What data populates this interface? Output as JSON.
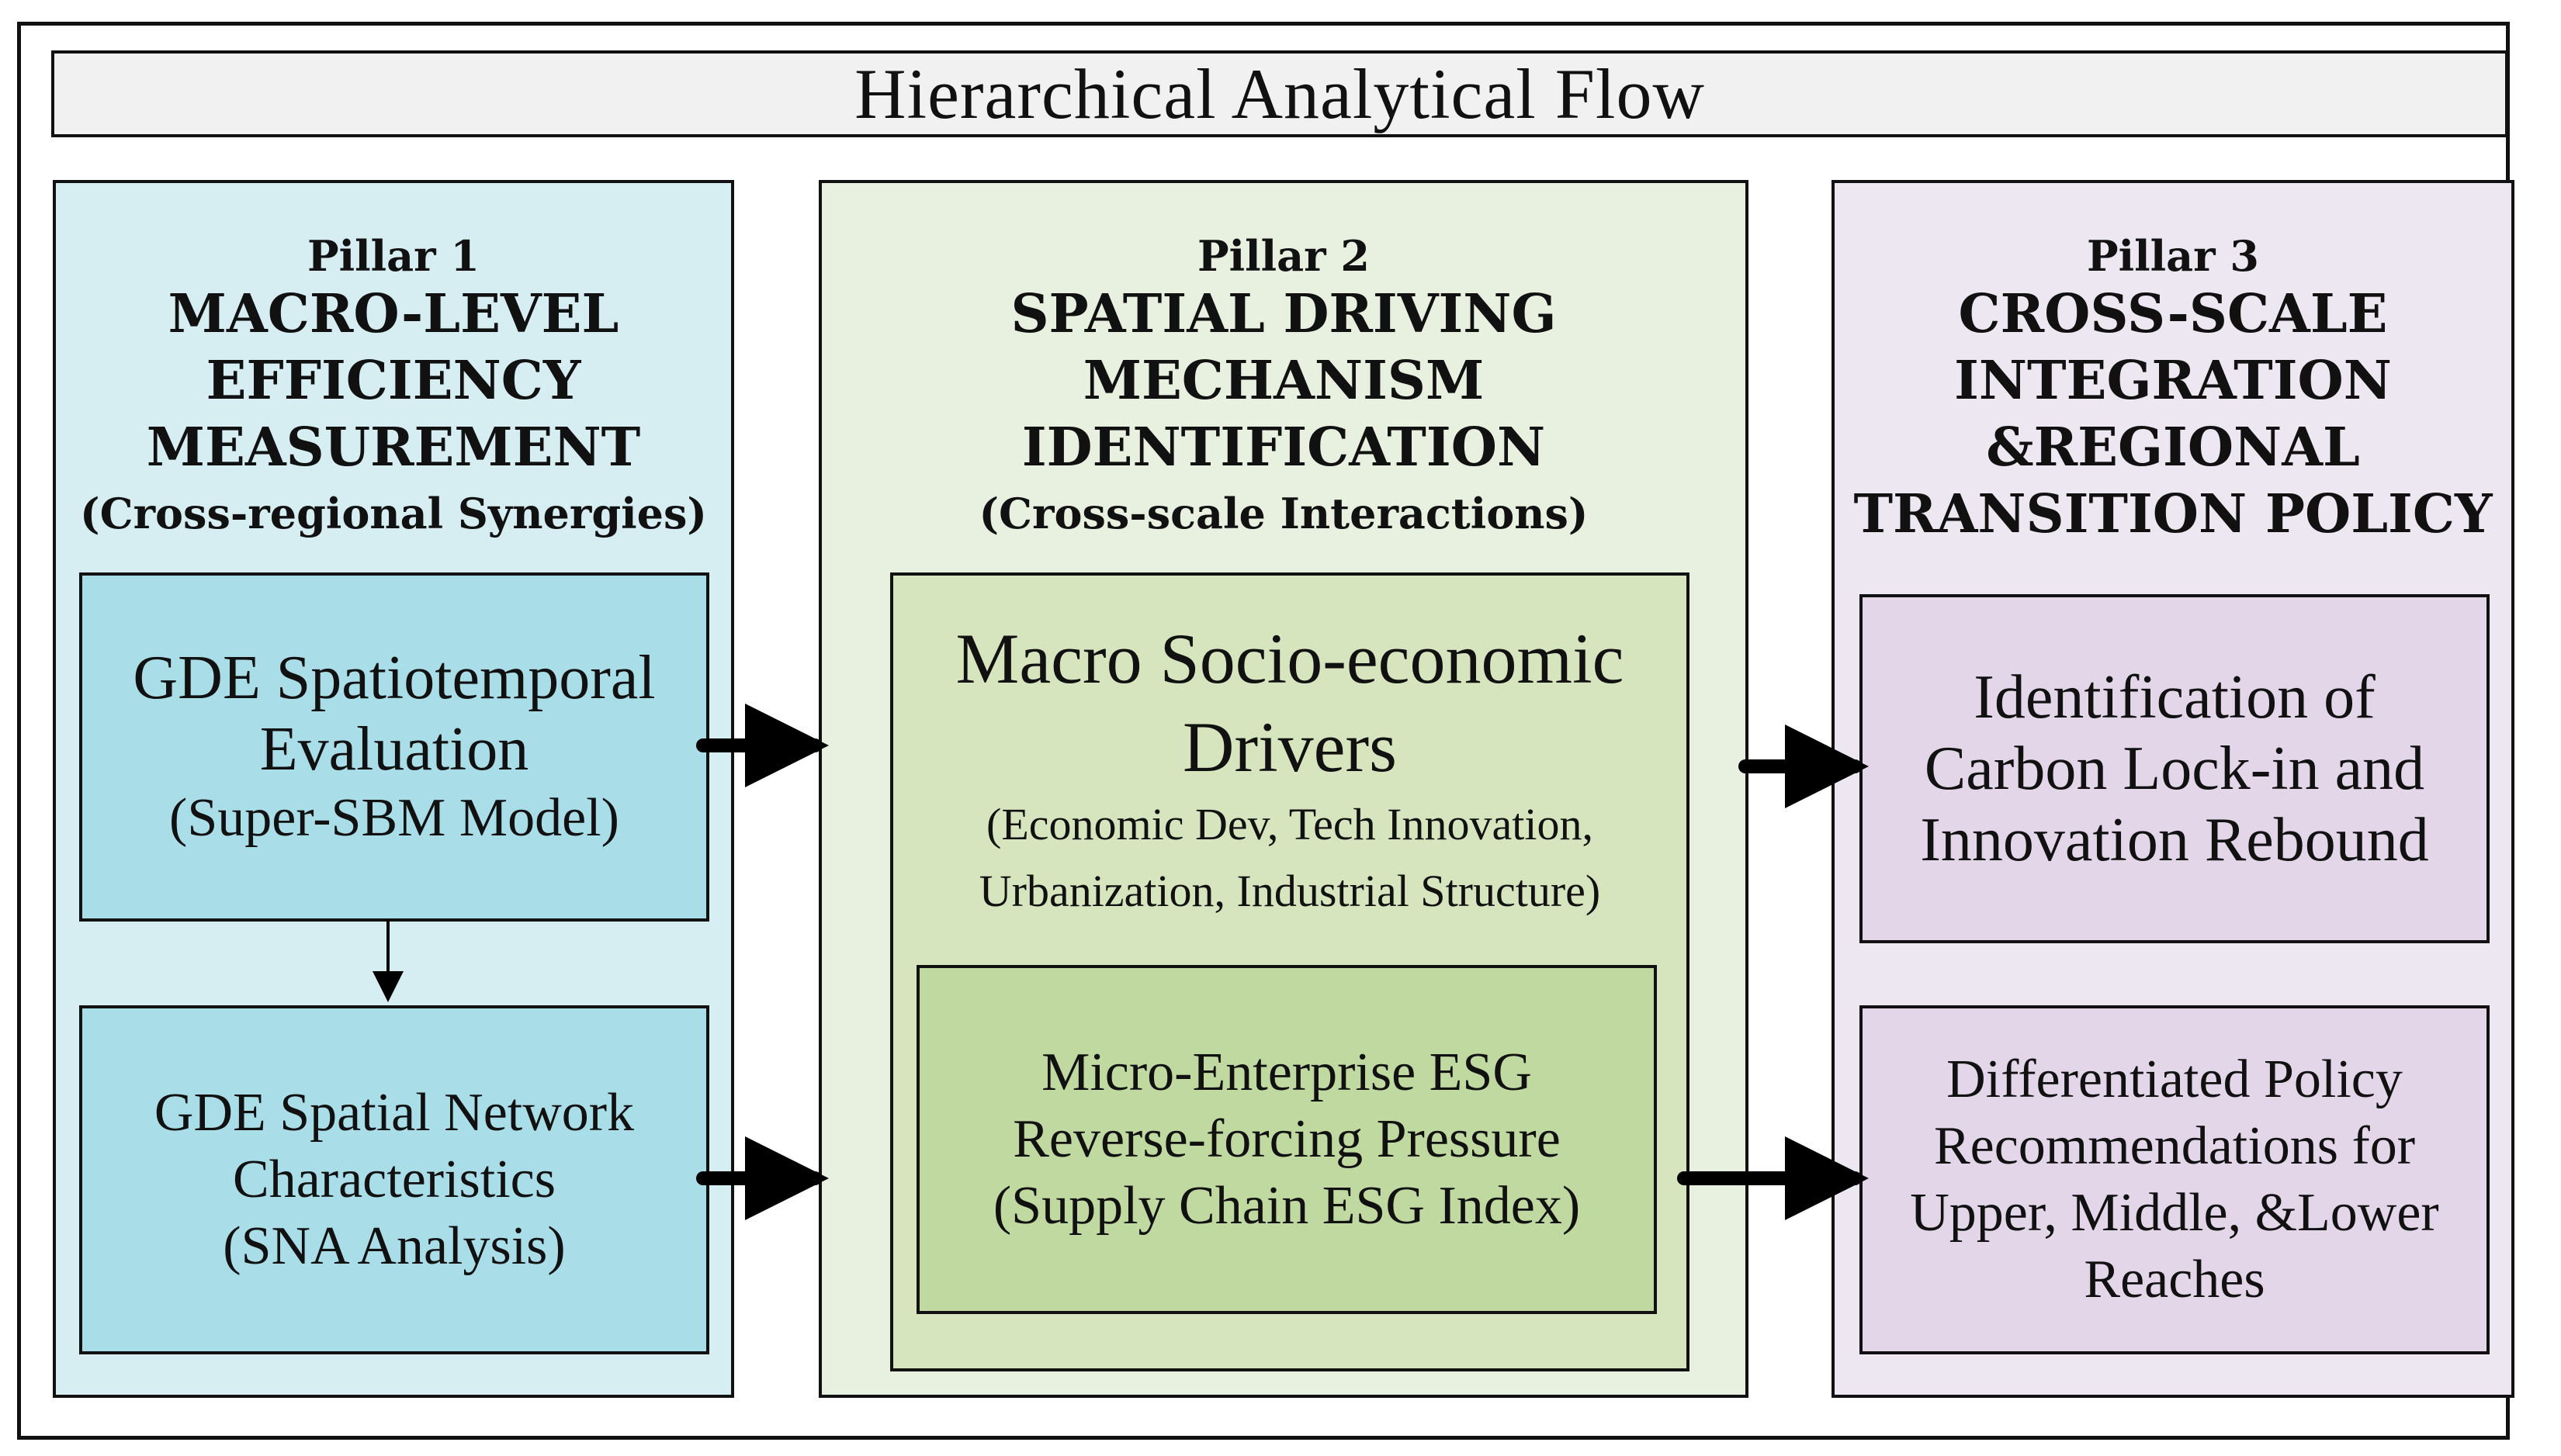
{
  "title": "Hierarchical Analytical Flow",
  "pillars": [
    {
      "number": "Pillar 1",
      "title_lines": [
        "MACRO-LEVEL",
        "EFFICIENCY",
        "MEASUREMENT"
      ],
      "subtitle": "(Cross-regional Synergies)",
      "boxes": [
        {
          "lines": [
            "GDE Spatiotemporal",
            "Evaluation"
          ],
          "note": "(Super-SBM Model)"
        },
        {
          "lines": [
            "GDE Spatial Network",
            "Characteristics"
          ],
          "note": "(SNA Analysis)"
        }
      ]
    },
    {
      "number": "Pillar 2",
      "title_lines": [
        "SPATIAL DRIVING",
        "MECHANISM",
        "IDENTIFICATION"
      ],
      "subtitle": "(Cross-scale Interactions)",
      "outer_box": {
        "lines": [
          "Macro Socio-economic",
          "Drivers"
        ],
        "note_lines": [
          "(Economic Dev, Tech Innovation,",
          "Urbanization, Industrial Structure)"
        ]
      },
      "inner_box": {
        "lines": [
          "Micro-Enterprise ESG",
          "Reverse-forcing Pressure",
          "(Supply Chain ESG Index)"
        ]
      }
    },
    {
      "number": "Pillar 3",
      "title_lines": [
        "CROSS-SCALE",
        "INTEGRATION",
        "&REGIONAL",
        "TRANSITION POLICY"
      ],
      "boxes": [
        {
          "lines": [
            "Identification of",
            "Carbon Lock-in and",
            "Innovation Rebound"
          ]
        },
        {
          "lines": [
            "Differentiated Policy",
            "Recommendations for",
            "Upper, Middle, &Lower",
            "Reaches"
          ]
        }
      ]
    }
  ]
}
